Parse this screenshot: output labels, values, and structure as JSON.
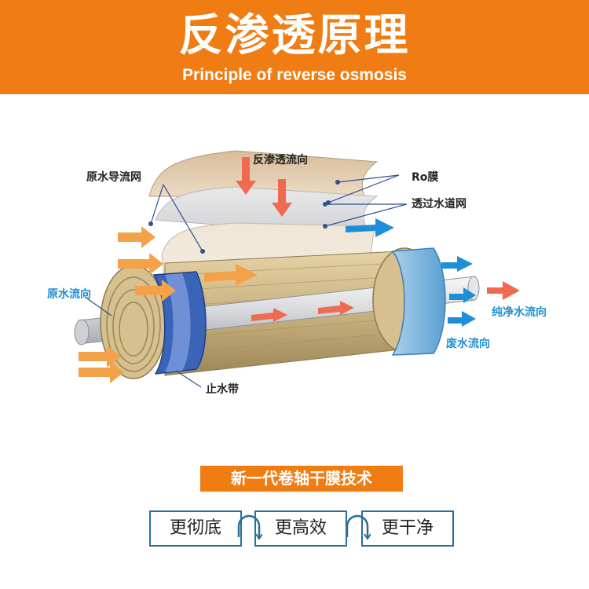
{
  "header": {
    "title": "反渗透原理",
    "subtitle": "Principle of reverse osmosis"
  },
  "labels": {
    "raw_water_mesh": "原水导流网",
    "ro_direction": "反渗透流向",
    "ro_membrane": "Ro膜",
    "permeate_channel": "透过水道网",
    "raw_water_flow": "原水流向",
    "pure_water_flow": "纯净水流向",
    "waste_water_flow": "废水流向",
    "water_seal": "止水带"
  },
  "tech": "新一代卷轴干膜技术",
  "features": [
    "更彻底",
    "更高效",
    "更干净"
  ],
  "colors": {
    "accent": "#ef7d14",
    "border": "#2b6e97",
    "blue_arrow": "#1e8fd6",
    "orange_arrow": "#f4a24a",
    "red_arrow": "#ee6a50"
  }
}
